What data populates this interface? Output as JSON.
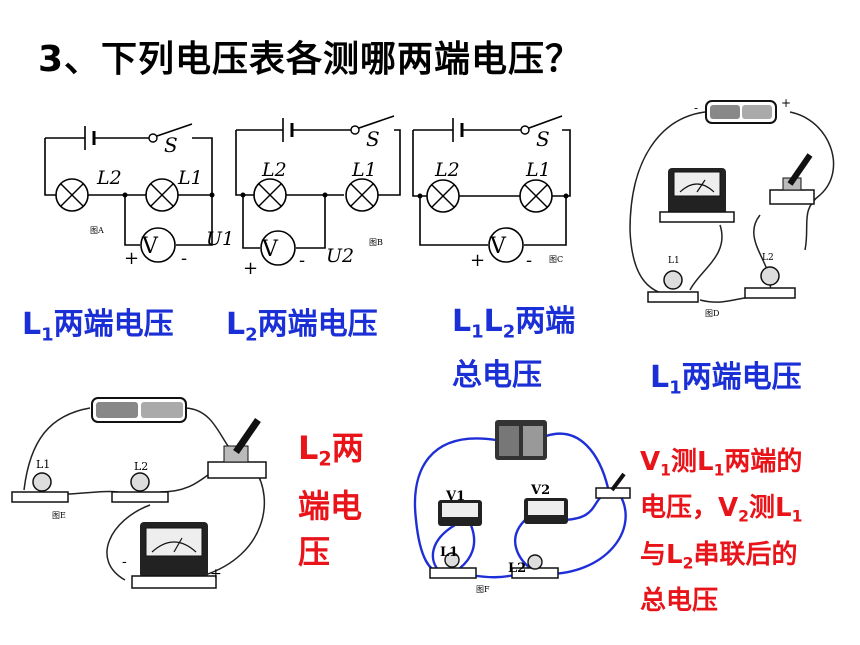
{
  "title": "3、下列电压表各测哪两端电压？",
  "circuits": {
    "a": {
      "lamp_left": "L2",
      "lamp_right": "L1",
      "switch": "S",
      "meter": "V",
      "plus": "+",
      "minus": "-",
      "volt_label": "U1",
      "fig": "图A"
    },
    "b": {
      "lamp_left": "L2",
      "lamp_right": "L1",
      "switch": "S",
      "meter": "V",
      "plus": "+",
      "minus": "-",
      "volt_label": "U2",
      "fig": "图B"
    },
    "c": {
      "lamp_left": "L2",
      "lamp_right": "L1",
      "switch": "S",
      "meter": "V",
      "plus": "+",
      "minus": "-",
      "fig": "图C"
    },
    "d": {
      "lamp_left": "L1",
      "lamp_right": "L2",
      "plus": "+",
      "minus": "-",
      "fig": "图D"
    },
    "e": {
      "lamp_left": "L1",
      "lamp_right": "L2",
      "plus": "+",
      "minus": "-",
      "fig": "图E"
    },
    "f": {
      "meter1": "V1",
      "meter2": "V2",
      "lamp1": "L1",
      "lamp2": "L2",
      "fig": "图F"
    }
  },
  "answers": {
    "a": {
      "main": "L",
      "sub": "1",
      "rest": "两端电压"
    },
    "b": {
      "main": "L",
      "sub": "2",
      "rest": "两端电压"
    },
    "c": {
      "p1": "L",
      "s1": "1",
      "p2": "L",
      "s2": "2",
      "p3": "两端",
      "line2": "总电压"
    },
    "d": {
      "main": "L",
      "sub": "1",
      "rest": "两端电压"
    },
    "e": {
      "main": "L",
      "sub": "2",
      "rest": "两",
      "line2": "端电",
      "line3": "压"
    },
    "f": {
      "t1": "V",
      "s1": "1",
      "t2": "测L",
      "s2": "1",
      "t3": "两端的",
      "t4": "电压，V",
      "s4": "2",
      "t5": "测L",
      "s5": "1",
      "t6": "与L",
      "s6": "2",
      "t7": "串联后的",
      "t8": "总电压"
    }
  },
  "colors": {
    "title": "#000000",
    "answer_blue": "#1a2fd6",
    "answer_red": "#e8141a",
    "wire_blue": "#1f2fd8"
  }
}
